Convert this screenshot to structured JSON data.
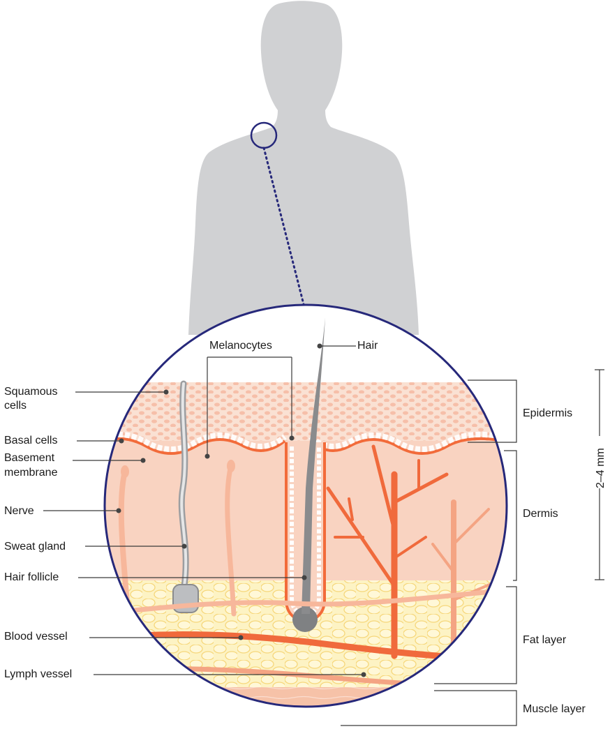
{
  "labels": {
    "melanocytes": "Melanocytes",
    "hair": "Hair",
    "squamous_line1": "Squamous",
    "squamous_line2": "cells",
    "basal_cells": "Basal cells",
    "basement_line1": "Basement",
    "basement_line2": "membrane",
    "nerve": "Nerve",
    "sweat_gland": "Sweat gland",
    "hair_follicle": "Hair follicle",
    "blood_vessel": "Blood vessel",
    "lymph_vessel": "Lymph vessel"
  },
  "layers": {
    "epidermis": "Epidermis",
    "dermis": "Dermis",
    "fat_layer": "Fat layer",
    "muscle_layer": "Muscle layer"
  },
  "scale": {
    "thickness": "2–4 mm"
  },
  "colors": {
    "silhouette": "#d0d1d3",
    "outline": "#26287a",
    "epidermis": "#f9dccd",
    "dermis": "#f8d0bd",
    "fat": "#fdf0b4",
    "muscle": "#f6bfa4",
    "vessel": "#f06a3c",
    "vessel_light": "#f4a483",
    "hair": "#8a8b8d"
  }
}
